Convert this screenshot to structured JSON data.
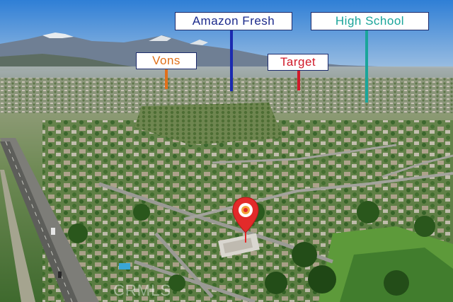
{
  "labels": {
    "amazon_fresh": {
      "text": "Amazon Fresh",
      "color": "#1b2a8c",
      "stem_color": "#1b2ab0"
    },
    "high_school": {
      "text": "High School",
      "color": "#1aa59a",
      "stem_color": "#1aa59a"
    },
    "vons": {
      "text": "Vons",
      "color": "#e0701a",
      "stem_color": "#e0701a"
    },
    "target": {
      "text": "Target",
      "color": "#d01a2a",
      "stem_color": "#d01a2a"
    }
  },
  "marker": {
    "icon": "map-pin-icon",
    "color": "#e32a2a"
  },
  "watermark": {
    "text": "CRMLS"
  }
}
